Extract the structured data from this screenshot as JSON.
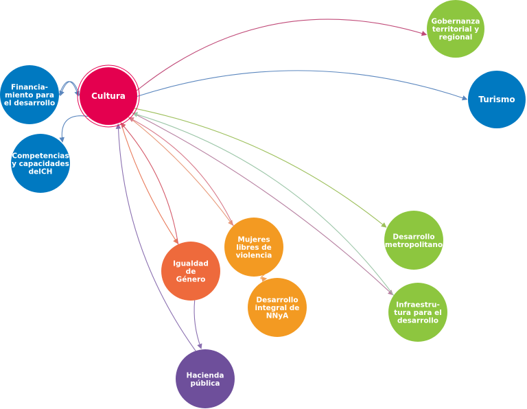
{
  "diagram": {
    "nodes": [
      {
        "id": "cultura",
        "lines": [
          "Cultura"
        ],
        "color": "#E4004F",
        "role": "hub"
      },
      {
        "id": "gobernanza",
        "lines": [
          "Gobernanza",
          "territorial y",
          "regional"
        ],
        "color": "#8DC63F"
      },
      {
        "id": "turismo",
        "lines": [
          "Turismo"
        ],
        "color": "#0079C1"
      },
      {
        "id": "financiamiento",
        "lines": [
          "Financia-",
          "miento para",
          "el desarrollo"
        ],
        "color": "#0079C1"
      },
      {
        "id": "competencias",
        "lines": [
          "Competencias",
          "y capacidades",
          "delCH"
        ],
        "color": "#0079C1"
      },
      {
        "id": "metropolitano",
        "lines": [
          "Desarrollo",
          "metropolitano"
        ],
        "color": "#8DC63F"
      },
      {
        "id": "infraestructura",
        "lines": [
          "Infraestru-",
          "tura para el",
          "desarrollo"
        ],
        "color": "#8DC63F"
      },
      {
        "id": "mujeres",
        "lines": [
          "Mujeres",
          "libres de",
          "violencia"
        ],
        "color": "#F39A22"
      },
      {
        "id": "nnya",
        "lines": [
          "Desarrollo",
          "integral de",
          "NNyA"
        ],
        "color": "#F39A22"
      },
      {
        "id": "igualdad",
        "lines": [
          "Igualdad",
          "de",
          "Género"
        ],
        "color": "#EE6A3C"
      },
      {
        "id": "hacienda",
        "lines": [
          "Hacienda",
          "pública"
        ],
        "color": "#6E4F9B"
      }
    ],
    "edges": [
      {
        "from": "cultura",
        "to": "gobernanza",
        "color": "#C04A78"
      },
      {
        "from": "cultura",
        "to": "turismo",
        "color": "#5A86BE"
      },
      {
        "from": "financiamiento",
        "to": "cultura",
        "color": "#5A86BE"
      },
      {
        "from": "cultura",
        "to": "financiamiento",
        "color": "#5A86BE"
      },
      {
        "from": "cultura",
        "to": "competencias",
        "color": "#5A86BE"
      },
      {
        "from": "cultura",
        "to": "metropolitano",
        "color": "#9CBF5A"
      },
      {
        "from": "cultura",
        "to": "infraestructura",
        "color": "#B67FA0"
      },
      {
        "from": "cultura",
        "to": "mujeres",
        "color": "#E89A7A"
      },
      {
        "from": "cultura",
        "to": "igualdad",
        "color": "#E87A5A"
      },
      {
        "from": "igualdad",
        "to": "cultura",
        "color": "#D45A6A"
      },
      {
        "from": "mujeres",
        "to": "cultura",
        "color": "#D87A8A"
      },
      {
        "from": "infraestructura",
        "to": "cultura",
        "color": "#9CC6A8"
      },
      {
        "from": "hacienda",
        "to": "cultura",
        "color": "#8A6FB0"
      },
      {
        "from": "igualdad",
        "to": "hacienda",
        "color": "#8A6FB0"
      },
      {
        "from": "mujeres",
        "to": "nnya",
        "color": "#F2A05A"
      }
    ]
  }
}
